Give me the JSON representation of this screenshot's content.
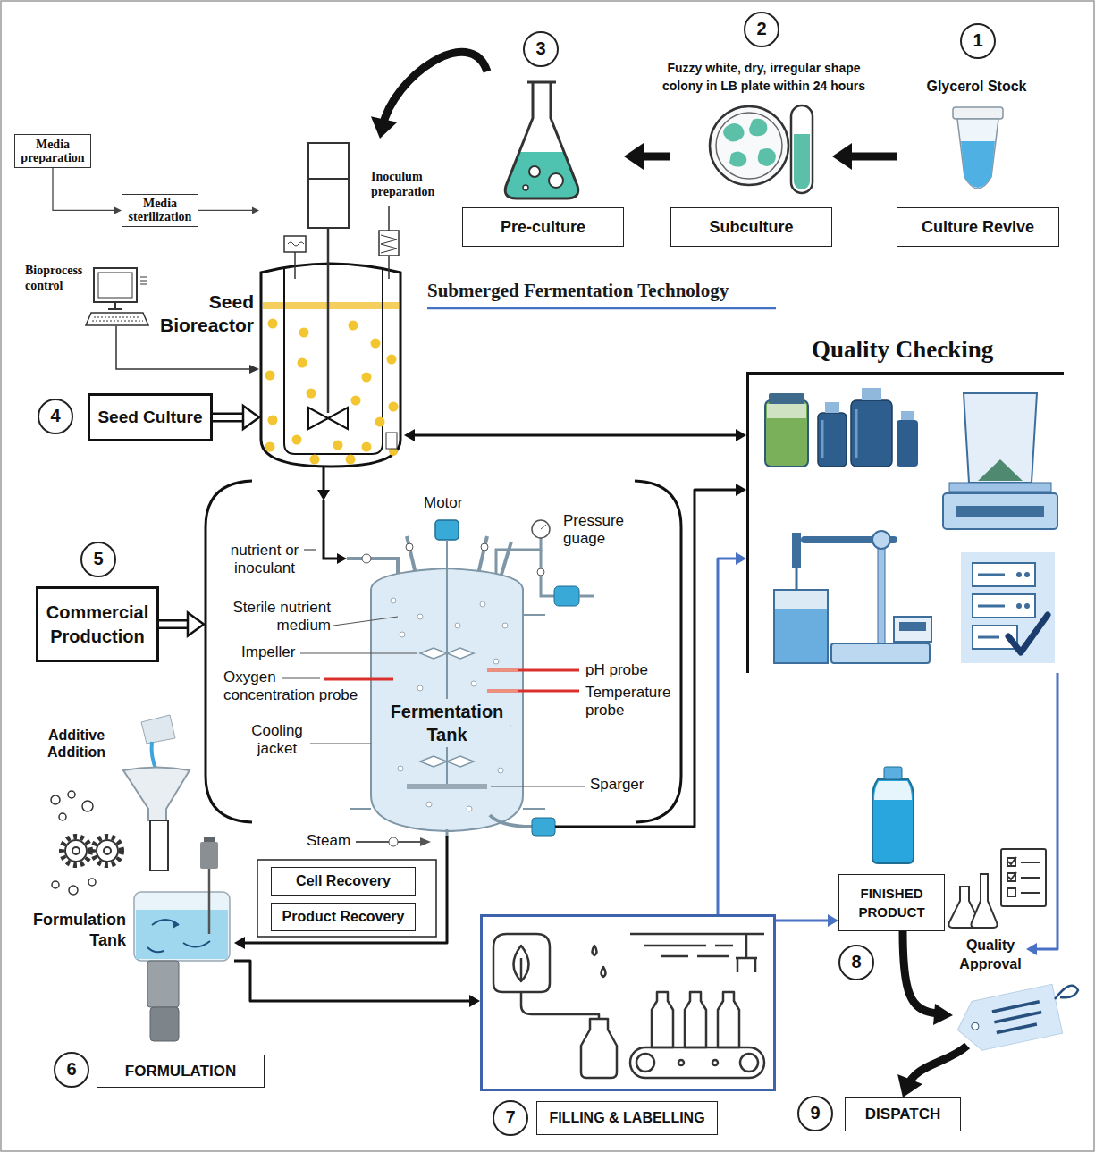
{
  "diagram": {
    "title": "Submerged Fermentation Technology",
    "nodes": [
      {
        "text": [
          "Culture Revive"
        ]
      },
      {
        "text": [
          "Subculture"
        ]
      },
      {
        "text": [
          "Pre-culture"
        ]
      },
      {
        "text": [
          "Media preparation"
        ]
      },
      {
        "text": [
          "Media sterilization"
        ]
      },
      {
        "text": [
          "Seed Bioreactor"
        ]
      },
      {
        "text": [
          "Seed Culture"
        ]
      },
      {
        "text": [
          "Quality Checking"
        ]
      },
      {
        "text": [
          "Commercial Production"
        ]
      },
      {
        "text": [
          "Fermentation Tank"
        ]
      },
      {
        "text": [
          "Cell Recovery"
        ]
      },
      {
        "text": [
          "Product Recovery"
        ]
      },
      {
        "text": [
          "Formulation Tank"
        ]
      },
      {
        "text": [
          "FORMULATION"
        ]
      },
      {
        "text": [
          "FILLING & LABELLING"
        ]
      },
      {
        "text": [
          "FINISHED PRODUCT"
        ]
      },
      {
        "text": [
          "Quality Approval"
        ]
      },
      {
        "text": [
          "DISPATCH"
        ]
      }
    ],
    "edges": [
      {
        "from": 0,
        "to": 1,
        "arrow": "to"
      },
      {
        "from": 1,
        "to": 2,
        "arrow": "to"
      },
      {
        "from": 2,
        "to": 5,
        "arrow": "to"
      },
      {
        "from": 3,
        "to": 4,
        "arrow": "to"
      },
      {
        "from": 4,
        "to": 5,
        "arrow": "to"
      },
      {
        "from": 6,
        "to": 5,
        "arrow": "to"
      },
      {
        "from": 5,
        "to": 7,
        "arrow": "both"
      },
      {
        "from": 5,
        "to": 9,
        "arrow": "to"
      },
      {
        "from": 8,
        "to": 9,
        "arrow": "to"
      },
      {
        "from": 9,
        "to": 7,
        "arrow": "to"
      },
      {
        "from": 9,
        "to": 12,
        "arrow": "to"
      },
      {
        "from": 12,
        "to": 14,
        "arrow": "to"
      },
      {
        "from": 14,
        "to": 15,
        "arrow": "to"
      },
      {
        "from": 14,
        "to": 7,
        "arrow": "to"
      },
      {
        "from": 7,
        "to": 16,
        "arrow": "to"
      },
      {
        "from": 15,
        "to": 17,
        "arrow": "to"
      }
    ],
    "labels": [
      "1",
      "Glycerol Stock",
      "2",
      "Fuzzy white, dry, irregular shape colony in LB plate within 24 hours",
      "3",
      "Inoculum preparation",
      "Bioprocess control",
      "4",
      "5",
      "Motor",
      "Pressure guage",
      "nutrient or inoculant",
      "Sterile nutrient medium",
      "Impeller",
      "Oxygen concentration probe",
      "pH probe",
      "Temperature probe",
      "Cooling jacket",
      "Sparger",
      "Additive Addition",
      "Steam",
      "6",
      "7",
      "8",
      "9"
    ]
  }
}
